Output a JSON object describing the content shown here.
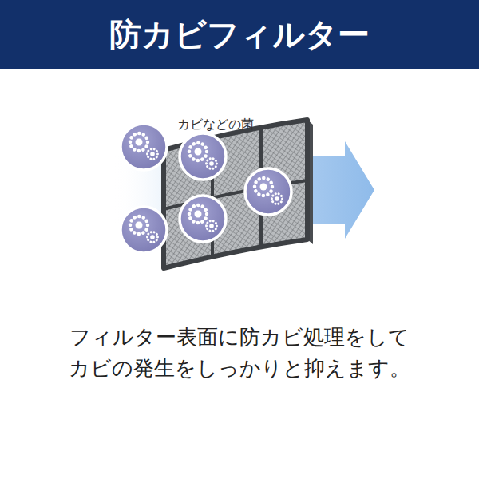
{
  "diagram": {
    "title": "防カビフィルター",
    "caption": "フィルター表面に防カビ処理をして カビの発生をしっかりと抑えます。",
    "labels": [
      "カビなどの菌"
    ]
  }
}
